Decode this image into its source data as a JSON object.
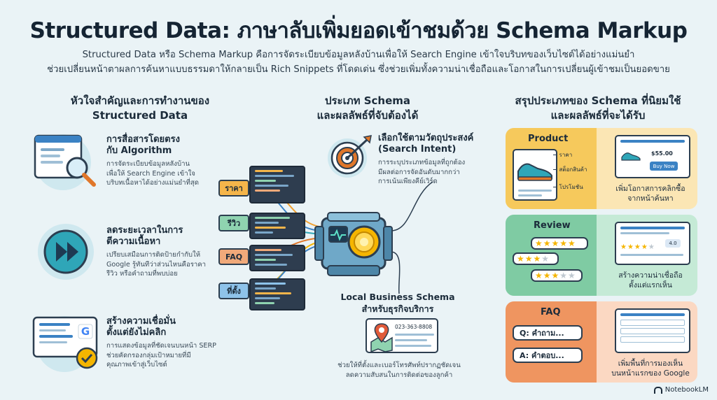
{
  "header": {
    "title": "Structured Data: ภาษาลับเพิ่มยอดเข้าชมด้วย Schema Markup",
    "subtitle_line1": "Structured Data หรือ Schema Markup คือการจัดระเบียบข้อมูลหลังบ้านเพื่อให้ Search Engine เข้าใจบริบทของเว็บไซต์ได้อย่างแม่นยำ",
    "subtitle_line2": "ช่วยเปลี่ยนหน้าตาผลการค้นหาแบบธรรมดาให้กลายเป็น Rich Snippets ที่โดดเด่น ซึ่งช่วยเพิ่มทั้งความน่าเชื่อถือและโอกาสในการเปลี่ยนผู้เข้าชมเป็นยอดขาย"
  },
  "left_column": {
    "heading_line1": "หัวใจสำคัญและการทำงานของ",
    "heading_line2": "Structured Data",
    "items": [
      {
        "title_line1": "การสื่อสารโดยตรง",
        "title_line2": "กับ Algorithm",
        "desc_line1": "การจัดระเบียบข้อมูลหลังบ้าน",
        "desc_line2": "เพื่อให้ Search Engine เข้าใจ",
        "desc_line3": "บริบทเนื้อหาได้อย่างแม่นยำที่สุด"
      },
      {
        "title_line1": "ลดระยะเวลาในการ",
        "title_line2": "ตีความเนื้อหา",
        "desc_line1": "เปรียบเสมือนการติดป้ายกำกับให้",
        "desc_line2": "Google รู้ทันทีว่าส่วนไหนคือราคา",
        "desc_line3": "รีวิว หรือคำถามที่พบบ่อย"
      },
      {
        "title_line1": "สร้างความเชื่อมั่น",
        "title_line2": "ตั้งแต่ยังไม่คลิก",
        "desc_line1": "การแสดงข้อมูลที่ชัดเจนบนหน้า SERP",
        "desc_line2": "ช่วยคัดกรองกลุ่มเป้าหมายที่มี",
        "desc_line3": "คุณภาพเข้าสู่เว็บไซต์"
      }
    ]
  },
  "center": {
    "tags": [
      "ราคา",
      "รีวิว",
      "FAQ",
      "ที่ตั้ง"
    ],
    "heading_line1": "ประเภท Schema",
    "heading_line2": "และผลลัพธ์ที่จับต้องได้",
    "intent": {
      "title_line1": "เลือกใช้ตามวัตถุประสงค์",
      "title_line2": "(Search Intent)",
      "desc_line1": "การระบุประเภทข้อมูลที่ถูกต้อง",
      "desc_line2": "มีผลต่อการจัดอันดับมากกว่า",
      "desc_line3": "การเน้นเพียงคีย์เวิร์ด"
    },
    "local": {
      "title_line1": "Local Business Schema",
      "title_line2": "สำหรับธุรกิจบริการ",
      "phone": "023-363-8808",
      "desc_line1": "ช่วยให้ที่ตั้งและเบอร์โทรศัพท์ปรากฏชัดเจน",
      "desc_line2": "ลดความสับสนในการติดต่อของลูกค้า"
    }
  },
  "right_column": {
    "heading_line1": "สรุปประเภทของ Schema ที่นิยมใช้",
    "heading_line2": "และผลลัพธ์ที่จะได้รับ",
    "product": {
      "label": "Product",
      "price_label": "ราคา",
      "stock_label": "สต็อกสินค้า",
      "promo_label": "โปรโมชัน",
      "price_value": "$55.00",
      "buy_button": "Buy Now",
      "caption_line1": "เพิ่มโอกาสการคลิกซื้อ",
      "caption_line2": "จากหน้าค้นหา"
    },
    "review": {
      "label": "Review",
      "rating_badge": "4.0",
      "rating_stars": 4,
      "caption_line1": "สร้างความน่าเชื่อถือ",
      "caption_line2": "ตั้งแต่แรกเห็น"
    },
    "faq": {
      "label": "FAQ",
      "question": "Q: คำถาม...",
      "answer": "A: คำตอบ...",
      "caption_line1": "เพิ่มพื้นที่การมองเห็น",
      "caption_line2": "บนหน้าแรกของ Google"
    }
  },
  "footer": {
    "brand": "NotebookLM"
  },
  "colors": {
    "background": "#eaf3f6",
    "product_card": "#f8d98b",
    "review_card": "#8fd3b0",
    "faq_card": "#f0a97a",
    "dark": "#2c3e50",
    "accent_blue": "#3b82c4",
    "star": "#f5b500"
  }
}
